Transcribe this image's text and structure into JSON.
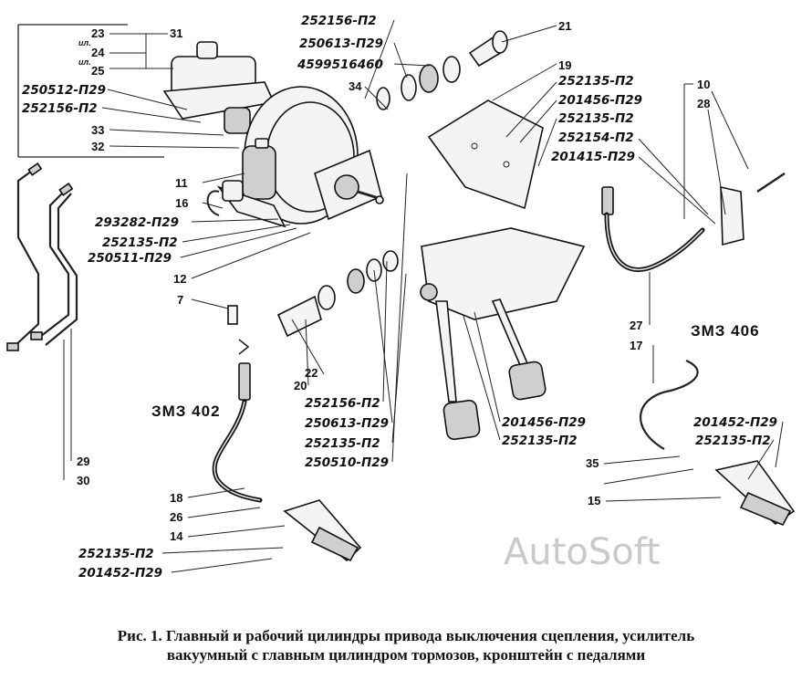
{
  "labels": {
    "l23": "23",
    "l_il1": "ил.",
    "l24": "24",
    "l_il2": "ил.",
    "l25": "25",
    "l31": "31",
    "l250512": "250512-П29",
    "l252156a": "252156-П2",
    "l33": "33",
    "l32": "32",
    "l11": "11",
    "l16": "16",
    "l293282": "293282-П29",
    "l252135a": "252135-П2",
    "l250511": "250511-П29",
    "l12": "12",
    "l7": "7",
    "l252156b": "252156-П2",
    "l250613a": "250613-П29",
    "l4599516460": "4599516460",
    "l34": "34",
    "l21": "21",
    "l19": "19",
    "l252135b": "252135-П2",
    "l201456a": "201456-П29",
    "l252135c": "252135-П2",
    "l252154": "252154-П2",
    "l201415": "201415-П29",
    "l10": "10",
    "l28": "28",
    "l22": "22",
    "l20": "20",
    "l252156c": "252156-П2",
    "l250613b": "250613-П29",
    "l252135d": "252135-П2",
    "l250510": "250510-П29",
    "l201456b": "201456-П29",
    "l252135e": "252135-П2",
    "l27": "27",
    "l17": "17",
    "l201452a": "201452-П29",
    "l252135f": "252135-П2",
    "l35": "35",
    "l15": "15",
    "l18": "18",
    "l26": "26",
    "l14": "14",
    "l252135g": "252135-П2",
    "l201452b": "201452-П29",
    "l29": "29",
    "l30": "30"
  },
  "engine_labels": {
    "zmz402": "ЗМЗ 402",
    "zmz406": "ЗМЗ 406"
  },
  "watermark": "AutoSoft",
  "caption": {
    "line1": "Рис. 1. Главный и рабочий цилиндры привода выключения сцепления, усилитель",
    "line2": "вакуумный с главным цилиндром тормозов, кронштейн с педалями"
  }
}
